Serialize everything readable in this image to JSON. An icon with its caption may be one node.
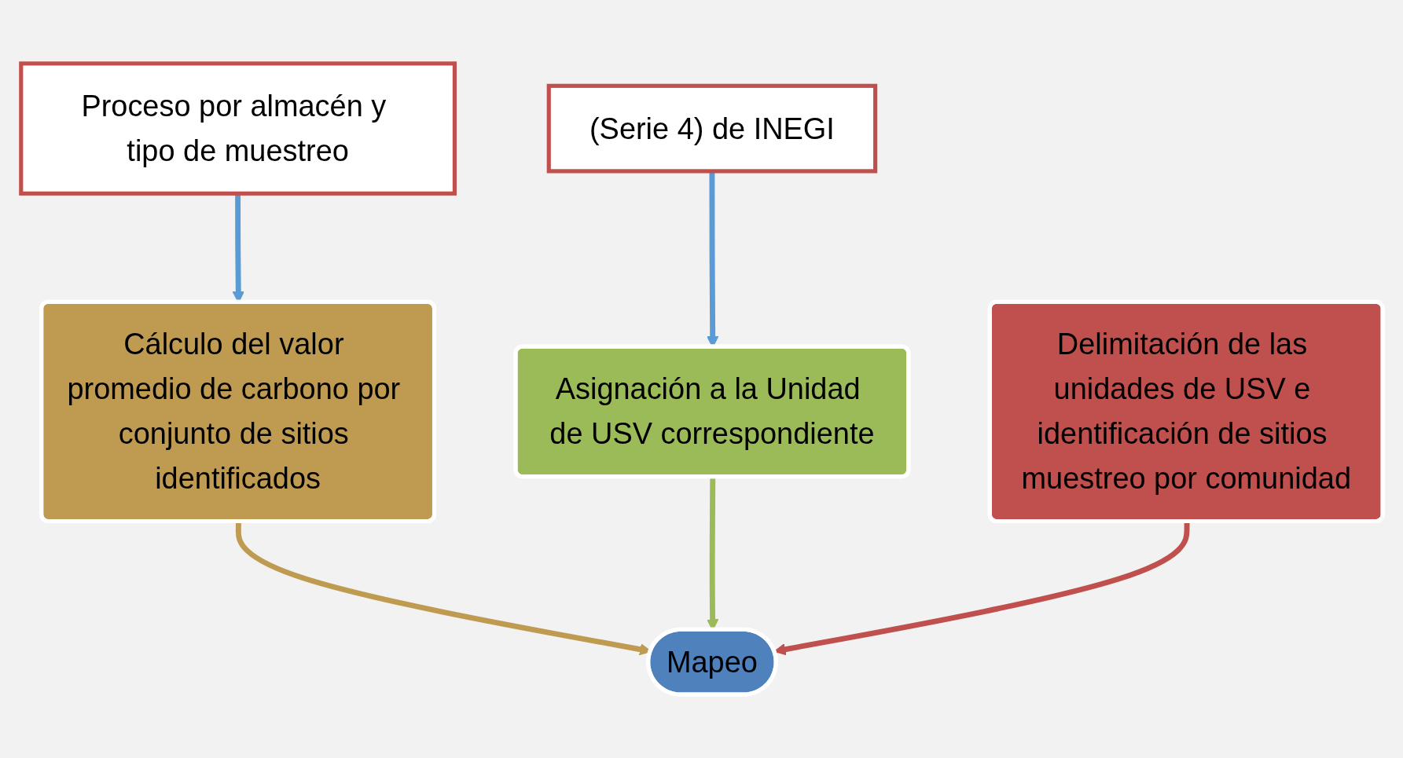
{
  "diagram": {
    "nodes": [
      {
        "text": [
          "Proceso por almacén y tipo de muestreo"
        ]
      },
      {
        "text": [
          "Cálculo del valor promedio de carbono por conjunto de sitios identificados"
        ]
      },
      {
        "text": [
          "Asignación a la Unidad de USV correspondiente"
        ]
      },
      {
        "text": [
          "Delimitación de las unidades de USV e identificación de sitios muestreo por comunidad"
        ]
      },
      {
        "text": [
          "(Serie 4) de INEGI"
        ]
      },
      {
        "text": [
          "Mapeo"
        ]
      }
    ],
    "edges": [
      {
        "from": 0,
        "to": 1,
        "arrow": "to",
        "color": "#5b9bd5"
      },
      {
        "from": 1,
        "to": 5,
        "arrow": "to",
        "color": "#bf9b52"
      },
      {
        "from": 2,
        "to": 5,
        "arrow": "to",
        "color": "#9bbb59"
      },
      {
        "from": 3,
        "to": 5,
        "arrow": "to",
        "color": "#c0504d"
      },
      {
        "from": 4,
        "to": 2,
        "arrow": "to",
        "color": "#5b9bd5"
      }
    ]
  }
}
